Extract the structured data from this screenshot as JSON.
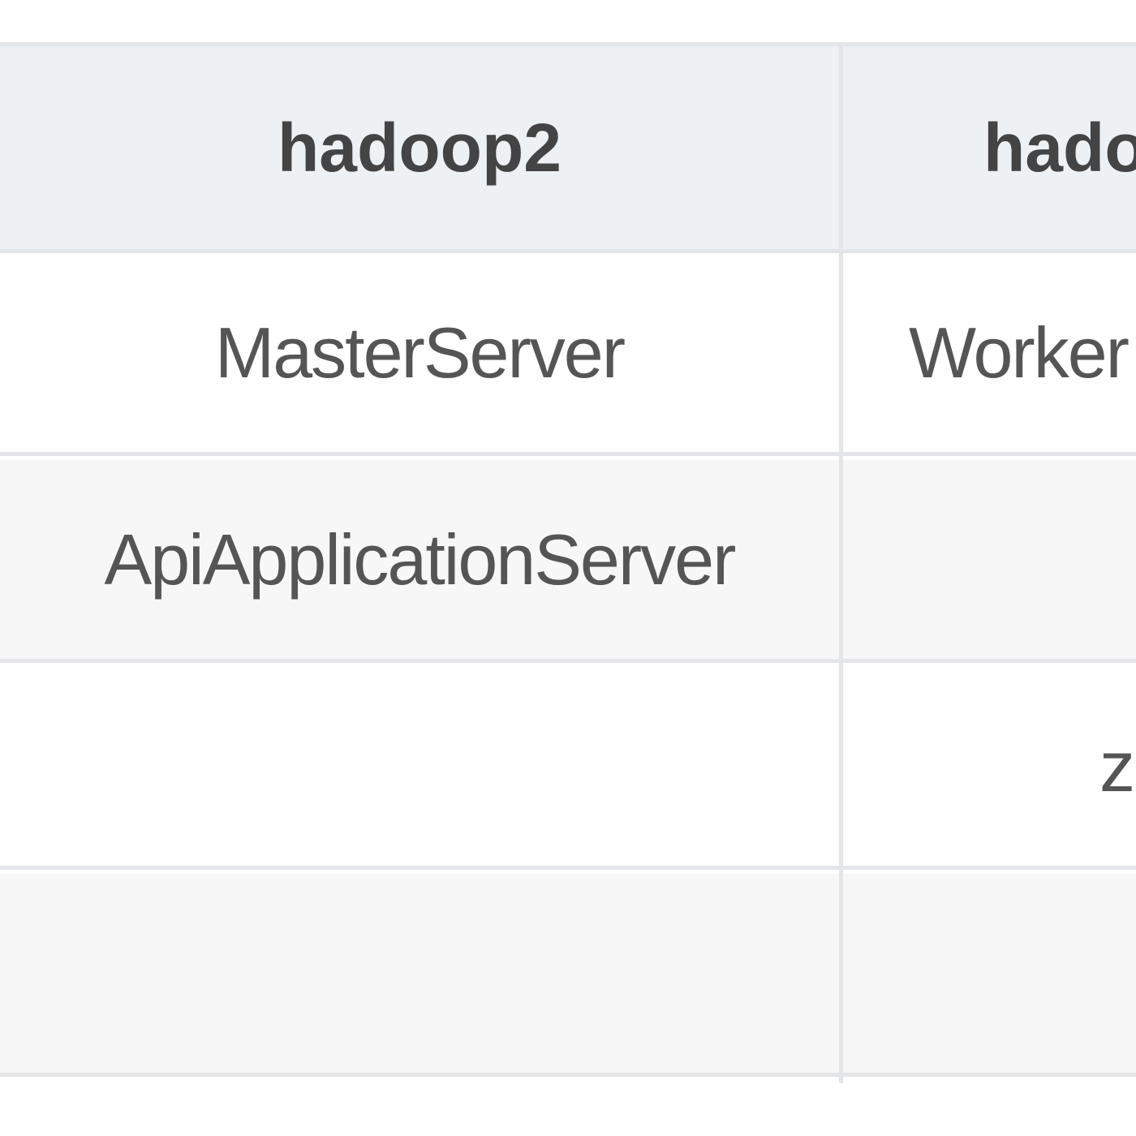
{
  "table": {
    "headers": [
      "hadoop2",
      "hado"
    ],
    "rows": [
      [
        "MasterServer",
        "Worker"
      ],
      [
        "ApiApplicationServer",
        ""
      ],
      [
        "",
        "z"
      ],
      [
        "",
        ""
      ]
    ]
  }
}
